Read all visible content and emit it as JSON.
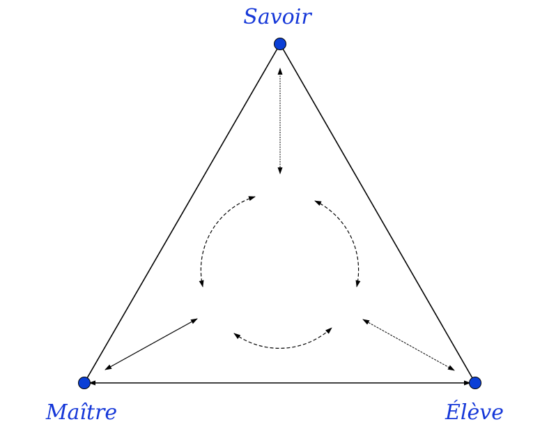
{
  "diagram": {
    "vertices": {
      "top": {
        "label": "Savoir"
      },
      "left": {
        "label": "Maître"
      },
      "right": {
        "label": "Élève"
      }
    },
    "colors": {
      "node_fill": "#0b3fd6",
      "label": "#1537d8",
      "line": "#000000"
    }
  }
}
